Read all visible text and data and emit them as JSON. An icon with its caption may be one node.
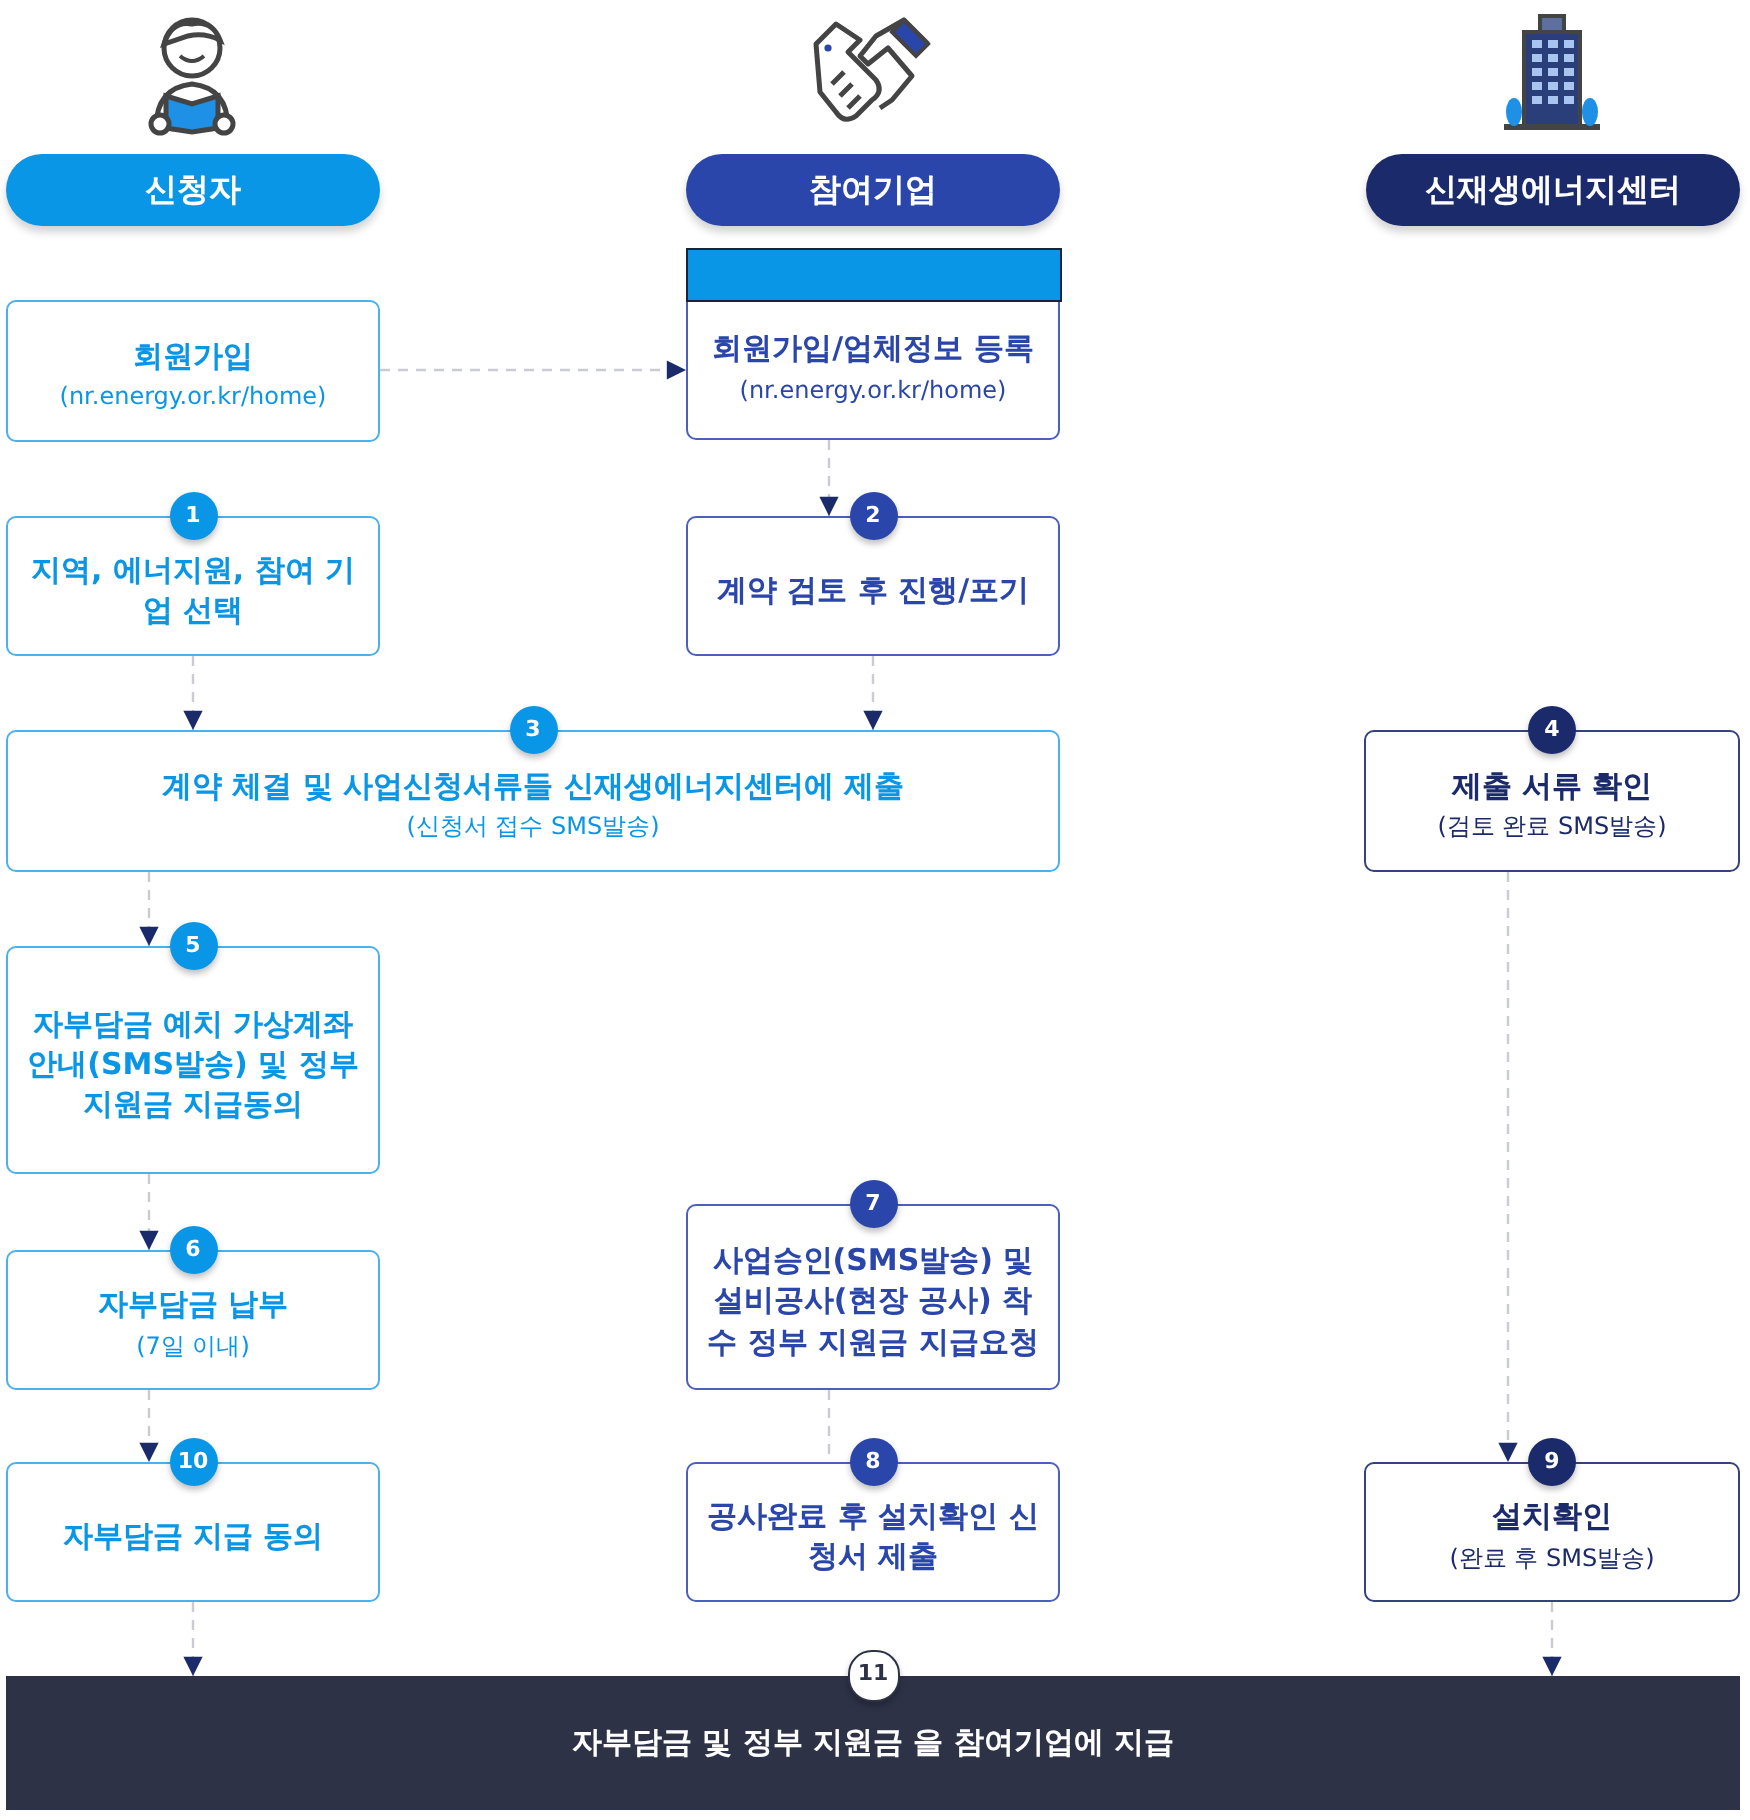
{
  "diagram": {
    "nodes": [
      {
        "text": [
          "신청자"
        ]
      },
      {
        "text": [
          "참여기업"
        ]
      },
      {
        "text": [
          "신재생에너지센터"
        ]
      },
      {
        "text": [
          "회원가입",
          "(nr.energy.or.kr/home)"
        ]
      },
      {
        "text": [
          "회원가입/업체정보 등록",
          "(nr.energy.or.kr/home)"
        ]
      },
      {
        "text": [
          "1",
          "지역, 에너지원, 참여 기업 선택"
        ]
      },
      {
        "text": [
          "2",
          "계약 검토 후 진행/포기"
        ]
      },
      {
        "text": [
          "3",
          "계약 체결 및 사업신청서류들 신재생에너지센터에 제출",
          "(신청서 접수 SMS발송)"
        ]
      },
      {
        "text": [
          "4",
          "제출 서류 확인",
          "(검토 완료 SMS발송)"
        ]
      },
      {
        "text": [
          "5",
          "자부담금 예치 가상계좌 안내(SMS발송) 및 정부 지원금 지급동의"
        ]
      },
      {
        "text": [
          "6",
          "자부담금 납부",
          "(7일 이내)"
        ]
      },
      {
        "text": [
          "7",
          "사업승인(SMS발송) 및 설비공사(현장 공사) 착수 정부 지원금 지급요청"
        ]
      },
      {
        "text": [
          "10",
          "자부담금 지급 동의"
        ]
      },
      {
        "text": [
          "8",
          "공사완료 후 설치확인 신청서 제출"
        ]
      },
      {
        "text": [
          "9",
          "설치확인",
          "(완료 후 SMS발송)"
        ]
      },
      {
        "text": [
          "11",
          "자부담금 및 정부 지원금 을 참여기업에 지급"
        ]
      }
    ],
    "edges": [
      {
        "from": 3,
        "to": 4,
        "arrow": "to"
      },
      {
        "from": 4,
        "to": 6,
        "arrow": "to"
      },
      {
        "from": 5,
        "to": 7,
        "arrow": "to"
      },
      {
        "from": 6,
        "to": 7,
        "arrow": "to"
      },
      {
        "from": 7,
        "to": 9,
        "arrow": "to"
      },
      {
        "from": 8,
        "to": 14,
        "arrow": "to"
      },
      {
        "from": 9,
        "to": 10,
        "arrow": "to"
      },
      {
        "from": 10,
        "to": 12,
        "arrow": "to"
      },
      {
        "from": 11,
        "to": 13,
        "arrow": "none"
      },
      {
        "from": 12,
        "to": 15,
        "arrow": "to"
      },
      {
        "from": 14,
        "to": 15,
        "arrow": "to"
      }
    ]
  }
}
